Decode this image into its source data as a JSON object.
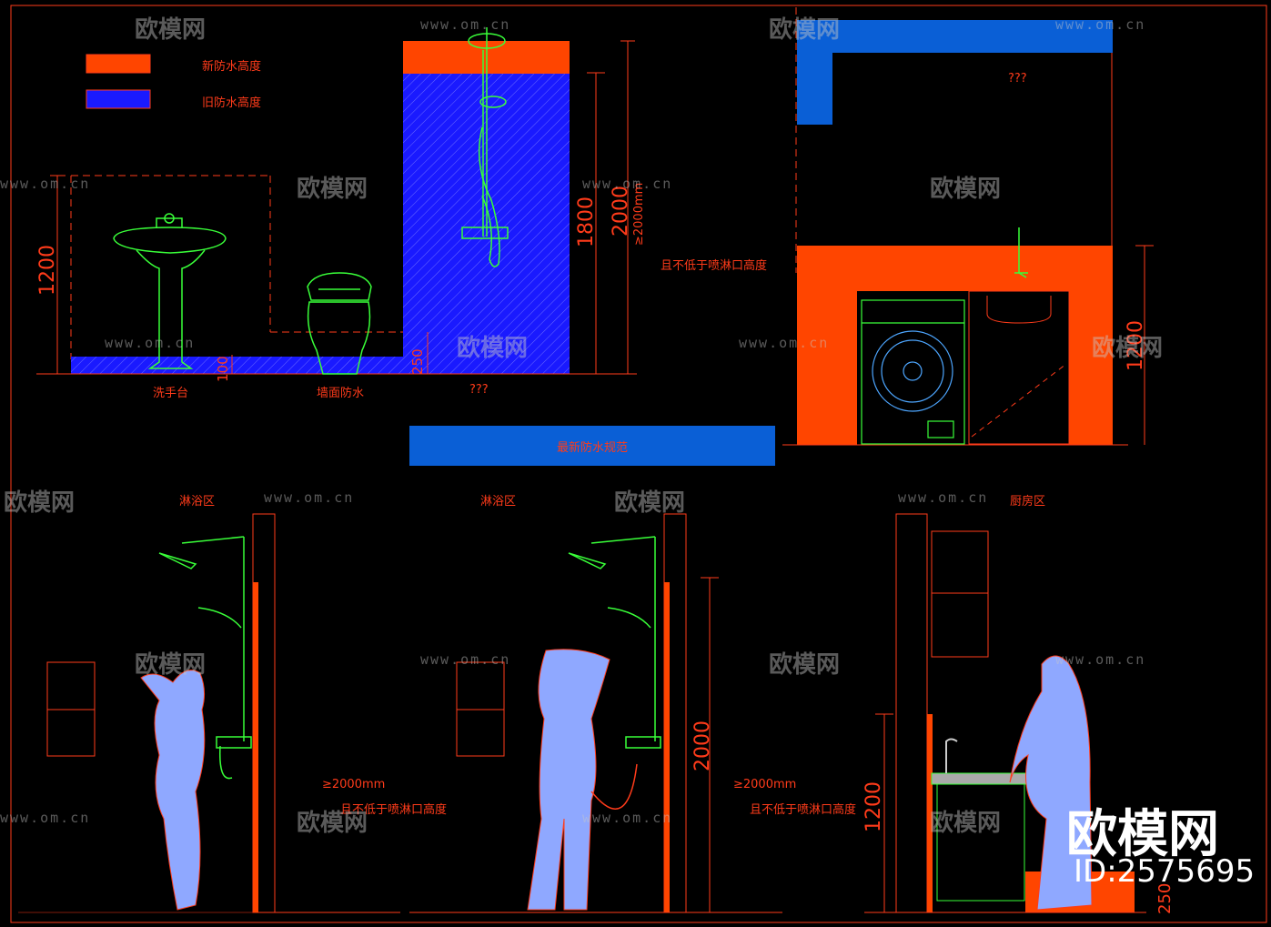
{
  "legend": {
    "new_label": "新防水高度",
    "old_label": "旧防水高度",
    "new_color": "#ff4500",
    "old_color": "#1a1aff"
  },
  "top_left": {
    "label_basin": "洗手台",
    "label_wall": "墙面防水",
    "label_shower": "???",
    "dim_1200": "1200",
    "dim_100": "100",
    "dim_250": "250",
    "dim_1800": "1800",
    "dim_2000": "2000",
    "dim_2000mm": "≥2000mm",
    "note_nozzle": "且不低于喷淋口高度"
  },
  "top_right": {
    "label_q": "???",
    "dim_1200": "1200"
  },
  "banner": {
    "text": "最新防水规范"
  },
  "bottom": {
    "zone1": "淋浴区",
    "zone2": "淋浴区",
    "zone3": "厨房区",
    "note1_a": "≥2000mm",
    "note1_b": "且不低于喷淋口高度",
    "note2_a": "≥2000mm",
    "note2_b": "且不低于喷淋口高度",
    "dim_2000": "2000",
    "dim_1200": "1200",
    "dim_250": "250"
  },
  "watermark": {
    "logo_text": "欧模网",
    "url": "www.om.cn",
    "brand": "欧模网",
    "id": "ID:2575695"
  }
}
